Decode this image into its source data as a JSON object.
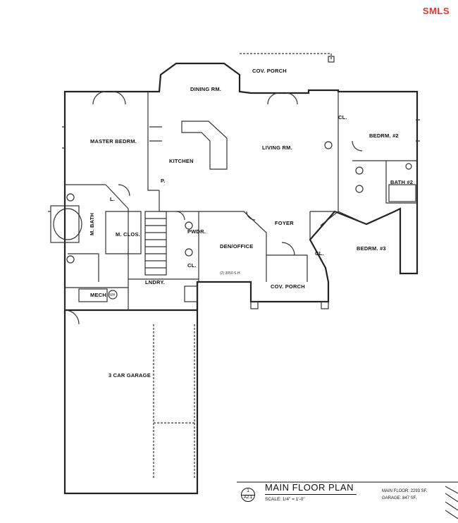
{
  "watermark": "SMLS",
  "plan": {
    "rooms": {
      "cov_porch_top": "COV. PORCH",
      "dining": "DINING RM.",
      "master_bedroom": "MASTER BEDRM.",
      "kitchen": "KITCHEN",
      "living": "LIVING RM.",
      "bedroom2": "BEDRM. #2",
      "bath2": "BATH #2",
      "closet_b2": "CL.",
      "pantry": "P.",
      "linen": "L.",
      "master_bath": "M. BATH",
      "master_closet": "M. CLOS.",
      "powder": "PWDR.",
      "den_office": "DEN/OFFICE",
      "foyer": "FOYER",
      "closet_foyer": "CL.",
      "closet_b3": "CL.",
      "bedroom3": "BEDRM. #3",
      "laundry": "LNDRY.",
      "mech": "MECH.",
      "cov_porch_front": "COV. PORCH",
      "garage": "3 CAR GARAGE"
    },
    "notes": {
      "den_window": "(2) 3050 S.H.",
      "wh": "WH"
    }
  },
  "title_block": {
    "sheet_number": "1",
    "sheet_id": "A2.1",
    "title": "MAIN FLOOR PLAN",
    "scale": "SCALE:  1/4\" = 1'-0\"",
    "main_floor_area": "MAIN FLOOR: 2293 SF.",
    "garage_area": "GARAGE: 847 SF."
  }
}
